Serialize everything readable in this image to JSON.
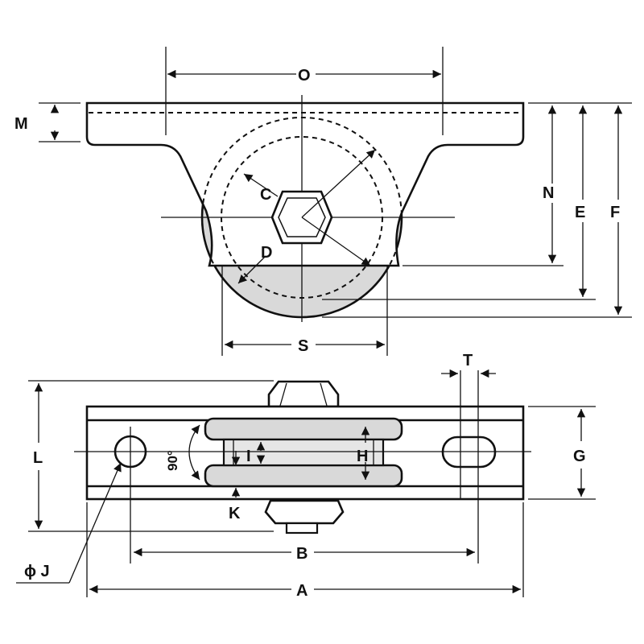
{
  "diagram": {
    "labels": {
      "O": "O",
      "M": "M",
      "N": "N",
      "E": "E",
      "F": "F",
      "C": "C",
      "D": "D",
      "S": "S",
      "T": "T",
      "L": "L",
      "G": "G",
      "I": "I",
      "H": "H",
      "K": "K",
      "angle": "90°",
      "B": "B",
      "A": "A",
      "J": "ϕ J"
    }
  }
}
